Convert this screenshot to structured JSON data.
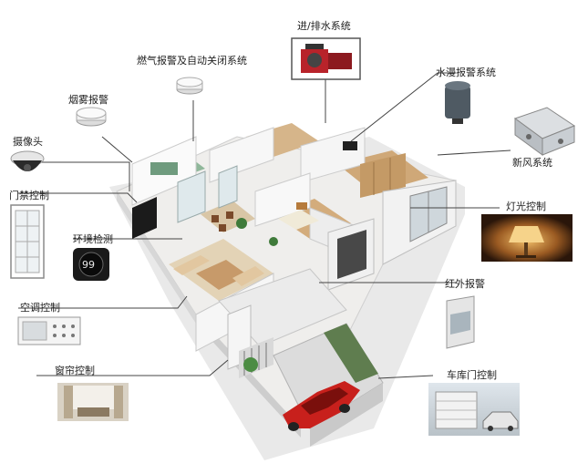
{
  "labels": {
    "water_pump": "进/排水系统",
    "gas_alarm": "燃气报警及自动关闭系统",
    "water_leak": "水漫报警系统",
    "smoke_alarm": "烟雾报警",
    "camera": "摄像头",
    "fresh_air": "新风系统",
    "access_control": "门禁控制",
    "lighting": "灯光控制",
    "environment": "环境检测",
    "infrared_alarm": "红外报警",
    "ac_control": "空调控制",
    "curtain_control": "窗帘控制",
    "garage_door": "车库门控制"
  },
  "thermostat_reading": "99",
  "colors": {
    "line": "#444444",
    "wall": "#f4f4f4",
    "floor_wood": "#c9a27a",
    "car": "#c8201c",
    "lamp_glow": "#e7a24a",
    "dark_panel": "#1b1b1b"
  },
  "icons": [
    "dome-camera-icon",
    "smoke-detector-icon",
    "gas-detector-icon",
    "water-pump-icon",
    "leak-sensor-icon",
    "ventilation-unit-icon",
    "door-panel-icon",
    "thermostat-icon",
    "ac-panel-icon",
    "table-lamp-icon",
    "pir-sensor-icon",
    "curtain-room-icon",
    "garage-door-icon"
  ]
}
